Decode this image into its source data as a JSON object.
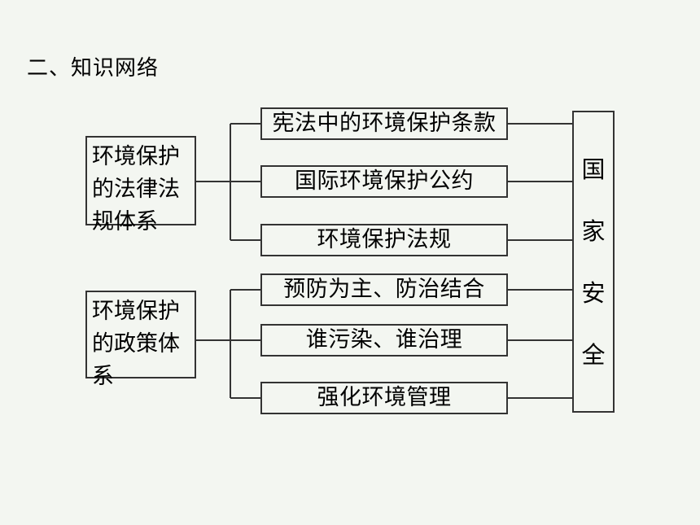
{
  "section_title": "二、知识网络",
  "group_legal": {
    "label": "环境保护的法律法规体系",
    "items": [
      "宪法中的环境保护条款",
      "国际环境保护公约",
      "环境保护法规"
    ]
  },
  "group_policy": {
    "label": "环境保护的政策体系",
    "items": [
      "预防为主、防治结合",
      "谁污染、谁治理",
      "强化环境管理"
    ]
  },
  "outcome": {
    "chars": [
      "国",
      "家",
      "安",
      "全"
    ]
  }
}
